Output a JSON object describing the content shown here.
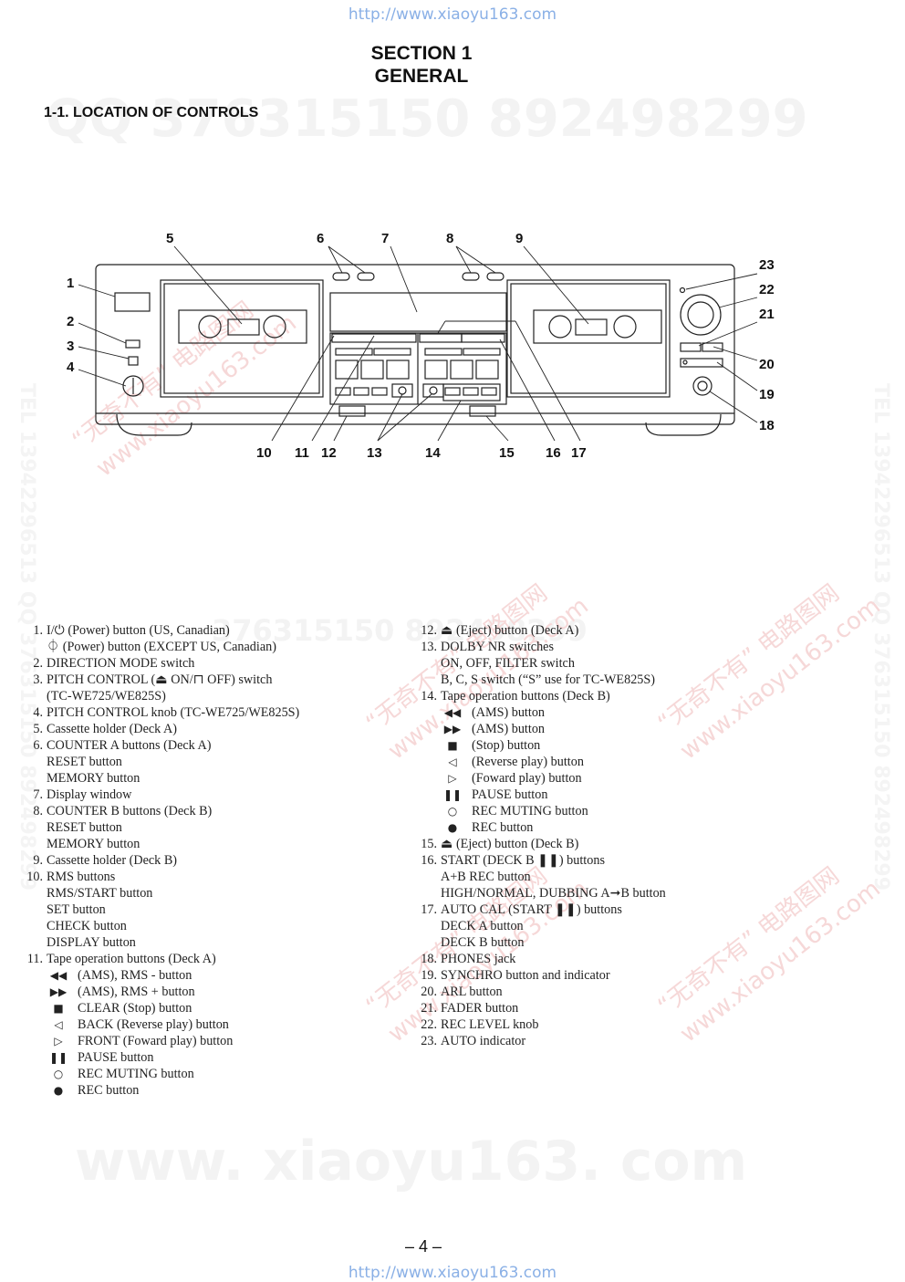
{
  "header": {
    "url": "http://www.xiaoyu163.com"
  },
  "footer": {
    "url": "http://www.xiaoyu163.com",
    "page_number": "– 4 –"
  },
  "section": {
    "title_line1": "SECTION 1",
    "title_line2": "GENERAL"
  },
  "subsection": {
    "title": "1-1. LOCATION OF CONTROLS"
  },
  "watermarks": {
    "qq_big": "QQ 376315150    892498299",
    "qq_mid": "376315150    892498299",
    "www_big": "www. xiaoyu163. com",
    "tel_left": "TEL 13942296513  QQ 376315150  892498299",
    "tel_right": "TEL 13942296513  QQ 376315150  892498299",
    "cn_text": "“无奇不有” 电路图网",
    "cn_url": "www.xiaoyu163.com"
  },
  "diagram": {
    "callouts": [
      "1",
      "2",
      "3",
      "4",
      "5",
      "6",
      "7",
      "8",
      "9",
      "10",
      "11",
      "12",
      "13",
      "14",
      "15",
      "16",
      "17",
      "18",
      "19",
      "20",
      "21",
      "22",
      "23"
    ]
  },
  "left_list": [
    {
      "num": "1.",
      "text": "I/⏻ (Power) button (US, Canadian)"
    },
    {
      "sub": "⏀ (Power) button (EXCEPT US, Canadian)"
    },
    {
      "num": "2.",
      "text": "DIRECTION MODE switch"
    },
    {
      "num": "3.",
      "text": "PITCH CONTROL (⏏ ON/⊓ OFF) switch"
    },
    {
      "sub": "(TC-WE725/WE825S)"
    },
    {
      "num": "4.",
      "text": "PITCH CONTROL knob (TC-WE725/WE825S)"
    },
    {
      "num": "5.",
      "text": "Cassette holder (Deck A)"
    },
    {
      "num": "6.",
      "text": "COUNTER A buttons (Deck A)"
    },
    {
      "sub": "RESET button"
    },
    {
      "sub": "MEMORY button"
    },
    {
      "num": "7.",
      "text": "Display window"
    },
    {
      "num": "8.",
      "text": "COUNTER B buttons (Deck B)"
    },
    {
      "sub": "RESET button"
    },
    {
      "sub": "MEMORY button"
    },
    {
      "num": "9.",
      "text": "Cassette holder (Deck B)"
    },
    {
      "num": "10.",
      "text": "RMS buttons"
    },
    {
      "sub": "RMS/START button"
    },
    {
      "sub": "SET button"
    },
    {
      "sub": "CHECK button"
    },
    {
      "sub": "DISPLAY button"
    },
    {
      "num": "11.",
      "text": "Tape operation buttons (Deck A)"
    },
    {
      "icon": "◀◀",
      "item": "(AMS), RMS - button"
    },
    {
      "icon": "▶▶",
      "item": "(AMS), RMS + button"
    },
    {
      "icon": "■",
      "item": "CLEAR (Stop) button"
    },
    {
      "icon": "◁",
      "item": "BACK (Reverse play) button"
    },
    {
      "icon": "▷",
      "item": "FRONT (Foward play) button"
    },
    {
      "icon": "❚❚",
      "item": "PAUSE button"
    },
    {
      "icon": "○",
      "item": "REC MUTING button"
    },
    {
      "icon": "●",
      "item": "REC button"
    }
  ],
  "right_list": [
    {
      "num": "12.",
      "text": "⏏ (Eject) button (Deck A)"
    },
    {
      "num": "13.",
      "text": "DOLBY NR switches"
    },
    {
      "sub": "ON, OFF, FILTER switch"
    },
    {
      "sub": "B, C, S switch (“S” use for TC-WE825S)"
    },
    {
      "num": "14.",
      "text": "Tape operation buttons (Deck B)"
    },
    {
      "icon": "◀◀",
      "item": "(AMS) button"
    },
    {
      "icon": "▶▶",
      "item": "(AMS) button"
    },
    {
      "icon": "■",
      "item": "(Stop) button"
    },
    {
      "icon": "◁",
      "item": "(Reverse play) button"
    },
    {
      "icon": "▷",
      "item": "(Foward play) button"
    },
    {
      "icon": "❚❚",
      "item": "PAUSE button"
    },
    {
      "icon": "○",
      "item": "REC MUTING button"
    },
    {
      "icon": "●",
      "item": "REC button"
    },
    {
      "num": "15.",
      "text": "⏏ (Eject) button (Deck B)"
    },
    {
      "num": "16.",
      "text": "START (DECK B ❚❚) buttons"
    },
    {
      "sub": "A+B REC button"
    },
    {
      "sub": "HIGH/NORMAL, DUBBING A➞B button"
    },
    {
      "num": "17.",
      "text": "AUTO CAL (START ❚❚) buttons"
    },
    {
      "sub": "DECK A button"
    },
    {
      "sub": "DECK B button"
    },
    {
      "num": "18.",
      "text": "PHONES jack"
    },
    {
      "num": "19.",
      "text": "SYNCHRO button and indicator"
    },
    {
      "num": "20.",
      "text": "ARL button"
    },
    {
      "num": "21.",
      "text": "FADER button"
    },
    {
      "num": "22.",
      "text": "REC LEVEL knob"
    },
    {
      "num": "23.",
      "text": "AUTO indicator"
    }
  ]
}
